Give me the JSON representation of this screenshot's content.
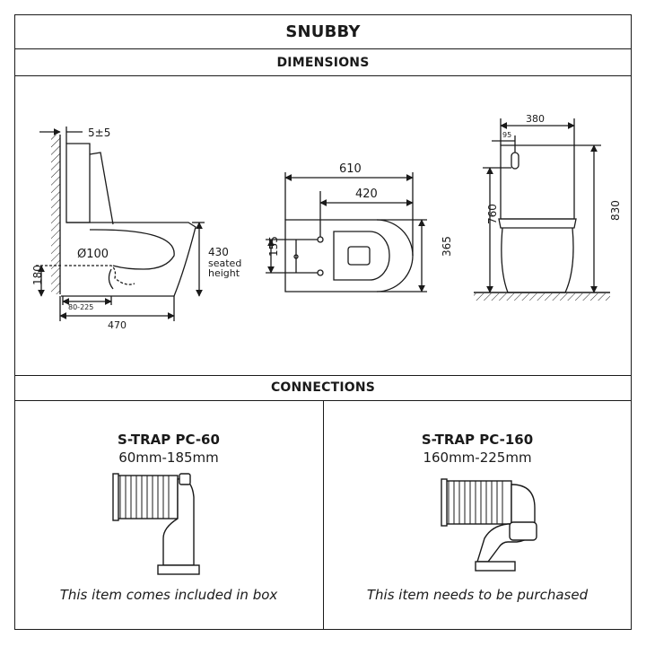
{
  "title": "SNUBBY",
  "dimensions_header": "DIMENSIONS",
  "connections_header": "CONNECTIONS",
  "side_view": {
    "offset_label": "5±5",
    "outlet_diameter": "Ø100",
    "height_180": "180",
    "range_label": "80-225",
    "depth_470": "470",
    "seat_value": "430",
    "seat_line1": "seated",
    "seat_line2": "height"
  },
  "top_view": {
    "length_610": "610",
    "length_420": "420",
    "width_155": "155",
    "width_365": "365"
  },
  "front_view": {
    "width_380": "380",
    "offset_95": "95",
    "height_760": "760",
    "height_830": "830"
  },
  "traps": [
    {
      "name": "S-TRAP PC-60",
      "range": "60mm-185mm",
      "note": "This item comes included in box"
    },
    {
      "name": "S-TRAP PC-160",
      "range": "160mm-225mm",
      "note": "This item needs to be purchased"
    }
  ]
}
